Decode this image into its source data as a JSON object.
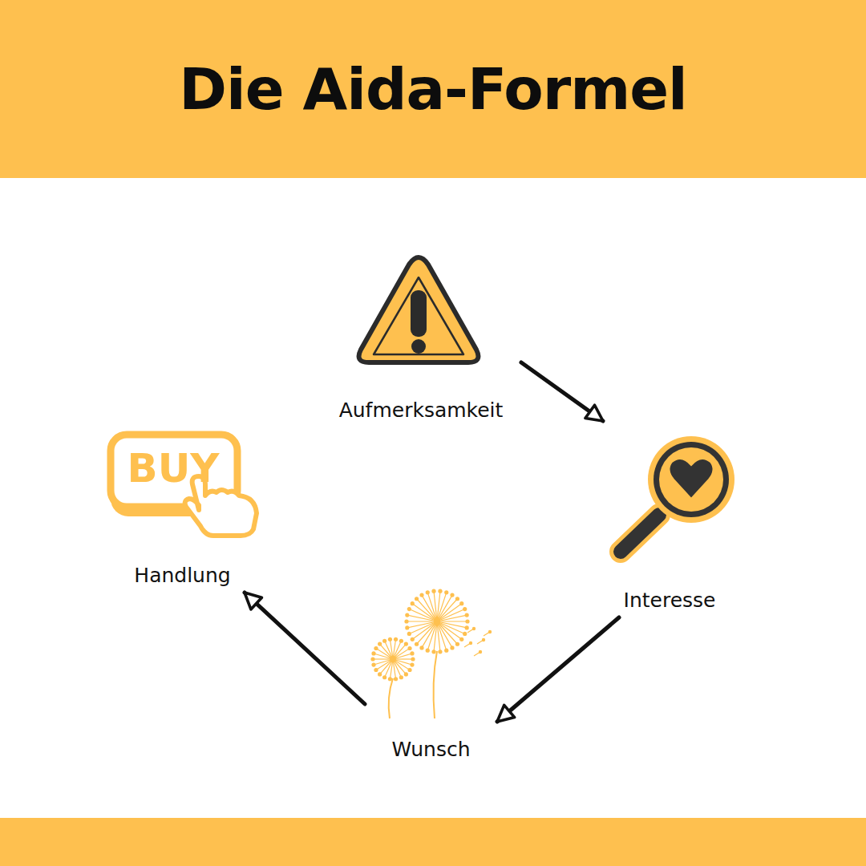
{
  "diagram": {
    "title": "Die Aida-Formel",
    "nodes": [
      {
        "text": [
          "Aufmerksamkeit"
        ]
      },
      {
        "text": [
          "Interesse"
        ]
      },
      {
        "text": [
          "Wunsch"
        ]
      },
      {
        "text": [
          "Handlung"
        ]
      }
    ],
    "edges": [
      {
        "from": 0,
        "to": 1,
        "arrow": "to"
      },
      {
        "from": 1,
        "to": 2,
        "arrow": "to"
      },
      {
        "from": 2,
        "to": 3,
        "arrow": "to"
      }
    ],
    "labels": [
      "BUY"
    ]
  }
}
